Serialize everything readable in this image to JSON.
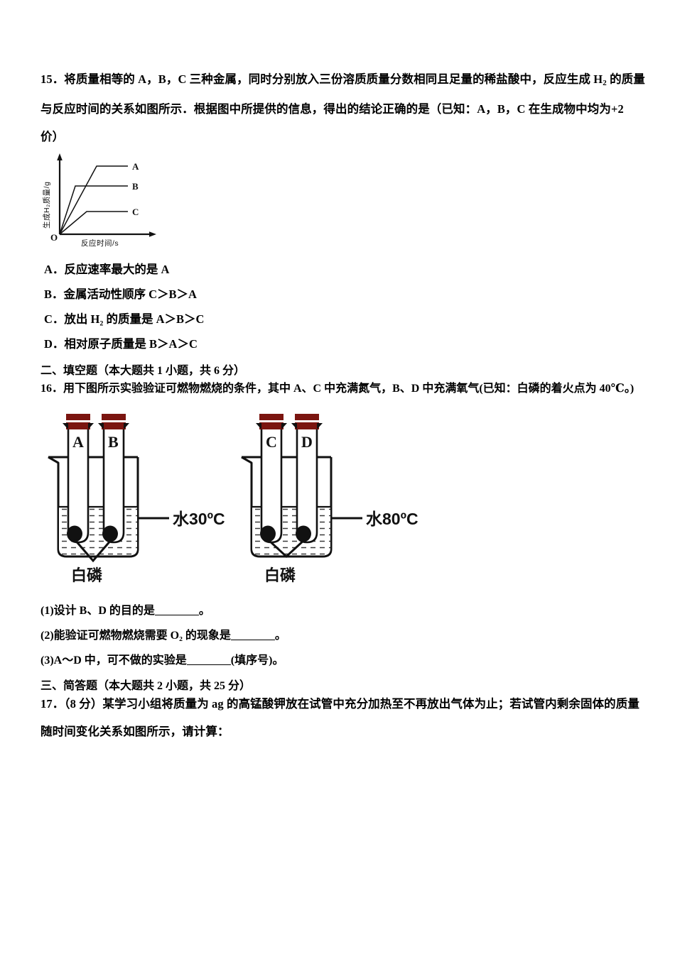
{
  "document": {
    "type": "chemistry-exam-paper",
    "language": "zh-CN"
  },
  "question15": {
    "number": "15",
    "line1": "15．将质量相等的 A，B，C 三种金属，同时分别放入三份溶质质量分数相同且足量的稀盐酸中，反应生成 H",
    "line1_sub": "2",
    "line1_tail": " 的质量",
    "line2": "与反应时间的关系如图所示．根据图中所提供的信息，得出的结论正确的是（已知：A，B，C 在生成物中均为+2",
    "line3": "价）",
    "options": [
      {
        "letter": "A",
        "text": "．反应速率最大的是 A"
      },
      {
        "letter": "B",
        "text": "．金属活动性顺序 C＞B＞A"
      },
      {
        "letter": "C",
        "text": "．放出 H₂ 的质量是 A＞B＞C"
      },
      {
        "letter": "D",
        "text": "．相对原子质量是 B＞A＞C"
      }
    ]
  },
  "chart_data": {
    "type": "line",
    "title": "",
    "xlabel": "反应时间/s",
    "ylabel": "生成H₂质量/g",
    "grid": false,
    "legend_position": "right-of-line-ends",
    "axis_style": "arrow-headed",
    "origin_label": "O",
    "xlim": [
      0,
      10
    ],
    "ylim": [
      0,
      10
    ],
    "series": [
      {
        "name": "A",
        "label": "A",
        "points": [
          [
            0,
            0
          ],
          [
            4.6,
            7.8
          ],
          [
            7.3,
            7.8
          ]
        ],
        "plateau_value": 7.8,
        "reaction_end_time": 4.6
      },
      {
        "name": "B",
        "label": "B",
        "points": [
          [
            0,
            0
          ],
          [
            1.9,
            5.2
          ],
          [
            7.3,
            5.2
          ]
        ],
        "plateau_value": 5.2,
        "reaction_end_time": 1.9
      },
      {
        "name": "C",
        "label": "C",
        "points": [
          [
            0,
            0
          ],
          [
            3.4,
            2.2
          ],
          [
            7.3,
            2.2
          ]
        ],
        "plateau_value": 2.2,
        "reaction_end_time": 3.4
      }
    ]
  },
  "section2": {
    "heading": "二、填空题（本大题共 1 小题，共 6 分）"
  },
  "question16": {
    "number": "16",
    "line1": "16．用下图所示实验验证可燃物燃烧的条件，其中 A、C 中充满氮气，B、D 中充满氧气(已知：白磷的着火点为 40℃。)",
    "sub_questions": [
      {
        "prefix": "(1)设计 B、D 的目的是",
        "suffix": "。"
      },
      {
        "prefix": "(2)能验证可燃物燃烧需要 O₂ 的现象是",
        "suffix": "。"
      },
      {
        "prefix": "(3)A～D 中，可不做的实验是",
        "suffix": "(填序号)。"
      }
    ]
  },
  "apparatus": {
    "left_setup": {
      "tube_labels": [
        "A",
        "B"
      ],
      "water_label": "水30ºC",
      "bottom_label": "白磷",
      "stopper_color": "#7B1510"
    },
    "right_setup": {
      "tube_labels": [
        "C",
        "D"
      ],
      "water_label": "水80ºC",
      "bottom_label": "白磷",
      "stopper_color": "#7B1510"
    }
  },
  "section3": {
    "heading": "三、简答题（本大题共 2 小题，共 25 分）"
  },
  "question17": {
    "number": "17",
    "line1": "17．（8 分）某学习小组将质量为 ag 的高锰酸钾放在试管中充分加热至不再放出气体为止；若试管内剩余固体的质量",
    "line2": "随时间变化关系如图所示，请计算："
  },
  "colors": {
    "text": "#000000",
    "background": "#ffffff",
    "stopper_red": "#7B1510",
    "line": "#1a1a1a"
  }
}
